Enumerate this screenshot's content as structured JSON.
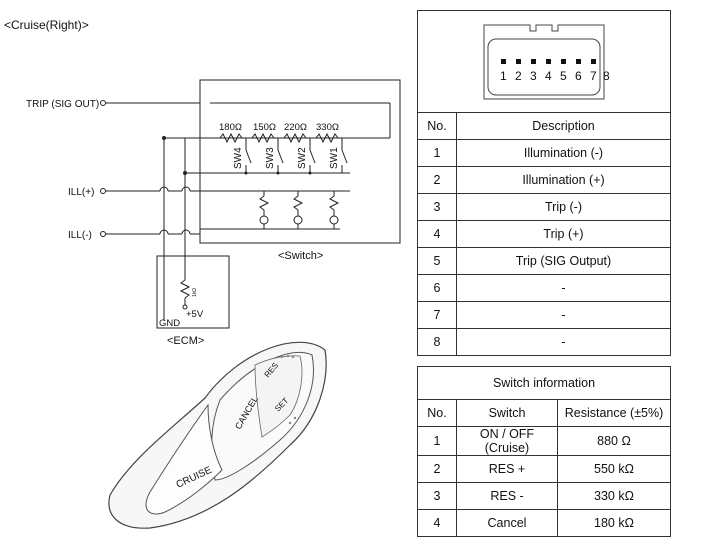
{
  "title": "<Cruise(Right)>",
  "schematic": {
    "trip_label": "TRIP (SIG OUT)",
    "ill_plus_label": "ILL(+)",
    "ill_minus_label": "ILL(-)",
    "resistors": [
      "180Ω",
      "150Ω",
      "220Ω",
      "330Ω"
    ],
    "switches": [
      "SW4",
      "SW3",
      "SW2",
      "SW1"
    ],
    "switch_caption": "<Switch>",
    "ecm_caption": "<ECM>",
    "gnd_label": "GND",
    "plus5v_label": "+5V",
    "ecm_resistor_label": "1kΩ"
  },
  "connector": {
    "pins": [
      "1",
      "2",
      "3",
      "4",
      "5",
      "6",
      "7",
      "8"
    ]
  },
  "pin_table": {
    "headers": [
      "No.",
      "Description"
    ],
    "rows": [
      [
        "1",
        "Illumination (-)"
      ],
      [
        "2",
        "Illumination (+)"
      ],
      [
        "3",
        "Trip (-)"
      ],
      [
        "4",
        "Trip (+)"
      ],
      [
        "5",
        "Trip (SIG Output)"
      ],
      [
        "6",
        "-"
      ],
      [
        "7",
        "-"
      ],
      [
        "8",
        "-"
      ]
    ]
  },
  "switch_table": {
    "title": "Switch information",
    "headers": [
      "No.",
      "Switch",
      "Resistance (±5%)"
    ],
    "rows": [
      [
        "1",
        "ON / OFF (Cruise)",
        "880 Ω"
      ],
      [
        "2",
        "RES +",
        "550 kΩ"
      ],
      [
        "3",
        "RES -",
        "330 kΩ"
      ],
      [
        "4",
        "Cancel",
        "180 kΩ"
      ]
    ]
  },
  "switch_body": {
    "cruise_label": "CRUISE",
    "cancel_label": "CANCEL",
    "res_label": "RES",
    "set_label": "SET",
    "accent_color": "#e05050"
  }
}
